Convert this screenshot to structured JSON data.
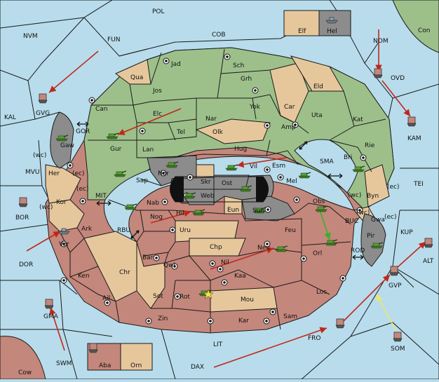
{
  "map_labels": {
    "pol": "POL",
    "nvm": "NVM",
    "fun": "FUN",
    "cob": "COB",
    "con": "Con",
    "elf": "Elf",
    "hel": "Hel",
    "nom": "NOM",
    "ovd": "OVD",
    "kal": "KAL",
    "gvg": "GVG",
    "kam": "KAM",
    "gor": "GOR",
    "mvu": "MVU",
    "tei": "TEI",
    "bor": "BOR",
    "mit": "MIT",
    "rbu": "RBU",
    "dor": "DOR",
    "buc": "BUC",
    "kup": "KUP",
    "rod": "ROD",
    "alt": "ALT",
    "gvp": "GVP",
    "gma": "GMA",
    "fro": "FRO",
    "som": "SOM",
    "lit": "LIT",
    "swm": "SWM",
    "dax": "DAX",
    "cow": "Cow",
    "aba": "Aba",
    "orn": "Orn",
    "sma": "SMA",
    "jad": "Jad",
    "sch": "Sch",
    "qua": "Qua",
    "jos": "Jos",
    "grh": "Grh",
    "eld": "Eld",
    "can": "Can",
    "yok": "Yok",
    "car": "Car",
    "uta": "Uta",
    "elc": "Elc",
    "nar": "Nar",
    "kat": "Kat",
    "gaw": "Gaw",
    "tel": "Tel",
    "olk": "Olk",
    "amp": "Amp",
    "gur": "Gur",
    "lan": "Lan",
    "hug": "Hug",
    "rie": "Rie",
    "her": "Her",
    "vil": "Vil",
    "esm": "Esm",
    "bri": "Bri",
    "sap": "Sap",
    "nor": "Nor",
    "skr": "Skr",
    "ost": "Ost",
    "mel": "Mel",
    "web": "Web",
    "kor": "Kor",
    "nab": "Nab",
    "eun": "Eun",
    "sun": "Sun",
    "obs": "Obs",
    "byn": "Byn",
    "gwa": "Gwa",
    "nog": "Nog",
    "hil": "Hil",
    "uru": "Uru",
    "feu": "Feu",
    "ark": "Ark",
    "pir": "Pir",
    "ver": "Ver",
    "chp": "Chp",
    "neu": "Neu",
    "orl": "Orl",
    "bar": "Bar",
    "qwi": "Qwi",
    "nil": "Nil",
    "ken": "Ken",
    "chr": "Chr",
    "kaa": "Kaa",
    "rot": "Rot",
    "sot": "Sot",
    "ail": "Ail",
    "mou": "Mou",
    "los": "Los",
    "zin": "Zin",
    "kar": "Kar",
    "sam": "Sam",
    "wc1": "(wc)",
    "ec1": "(ec)",
    "ec2": "(ec)",
    "wc2": "(wc)",
    "wc3": "(wc)",
    "ec3": "(ec)",
    "wc4": "(wc)",
    "ec4": "(ec)"
  },
  "colors": {
    "green": "#9dc08b",
    "tan": "#e6c79c",
    "red": "#c4877c",
    "grey": "#8c8c8c",
    "sea": "#b8dcec",
    "order_arrow": "#c0281a",
    "support_arrow": "#38b02a",
    "convoy_arrow": "#e8e86a"
  },
  "units": {
    "army_icon": "tank-icon",
    "fleet_icon": "ship-icon"
  },
  "orders": [
    {
      "from": "NOM",
      "to": "OVD",
      "type": "move"
    },
    {
      "from": "OVD",
      "to": "KAM",
      "type": "move"
    },
    {
      "from": "FUN",
      "to": "GVG",
      "type": "move"
    },
    {
      "from": "Elc",
      "to": "Gur",
      "type": "move"
    },
    {
      "from": "Esm",
      "to": "Vil",
      "type": "move"
    },
    {
      "from": "Obs",
      "to": "Orl",
      "type": "support"
    },
    {
      "from": "Nog",
      "to": "Hil",
      "type": "move"
    },
    {
      "from": "DOR",
      "to": "Ver",
      "type": "move"
    },
    {
      "from": "Nil",
      "to": "Neu",
      "type": "move"
    },
    {
      "from": "SWM",
      "to": "GMA",
      "type": "move"
    },
    {
      "from": "DAX",
      "to": "FRO",
      "type": "move"
    },
    {
      "from": "FRO",
      "to": "GVP",
      "type": "move"
    },
    {
      "from": "GVP",
      "to": "ALT",
      "type": "move"
    },
    {
      "from": "SOM",
      "to": "GVP",
      "type": "convoy"
    }
  ]
}
